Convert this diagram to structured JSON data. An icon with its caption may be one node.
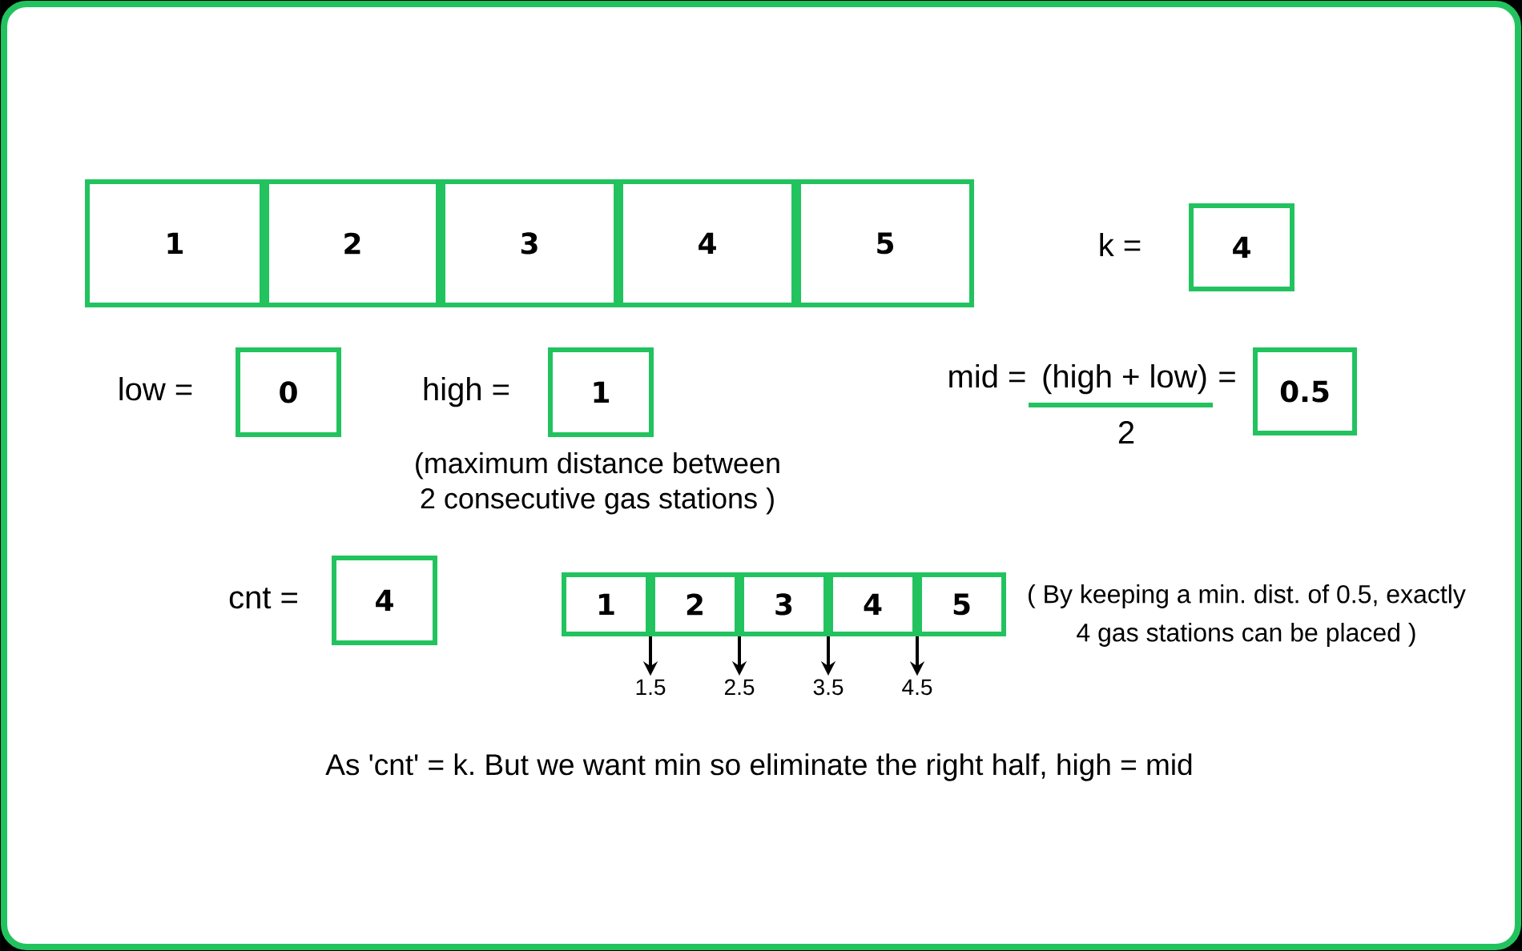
{
  "diagram": {
    "nodes": [
      {
        "text": [
          "1"
        ]
      },
      {
        "text": [
          "2"
        ]
      },
      {
        "text": [
          "3"
        ]
      },
      {
        "text": [
          "4"
        ]
      },
      {
        "text": [
          "5"
        ]
      },
      {
        "text": [
          "4"
        ]
      },
      {
        "text": [
          "0"
        ]
      },
      {
        "text": [
          "1"
        ]
      },
      {
        "text": [
          "0.5"
        ]
      },
      {
        "text": [
          "4"
        ]
      },
      {
        "text": [
          "1"
        ]
      },
      {
        "text": [
          "2"
        ]
      },
      {
        "text": [
          "3"
        ]
      },
      {
        "text": [
          "4"
        ]
      },
      {
        "text": [
          "5"
        ]
      },
      {
        "text": [
          "1.5"
        ]
      },
      {
        "text": [
          "2.5"
        ]
      },
      {
        "text": [
          "3.5"
        ]
      },
      {
        "text": [
          "4.5"
        ]
      }
    ],
    "edges": [
      {
        "from": 10,
        "to": 15,
        "arrow": "to"
      },
      {
        "from": 11,
        "to": 16,
        "arrow": "to"
      },
      {
        "from": 12,
        "to": 17,
        "arrow": "to"
      },
      {
        "from": 13,
        "to": 18,
        "arrow": "to"
      }
    ],
    "labels": [
      "k =",
      "low =",
      "high =",
      "(maximum distance between 2 consecutive gas stations )",
      "mid =",
      "(high + low)",
      "=",
      "2",
      "cnt =",
      "( By keeping a min. dist. of 0.5, exactly 4 gas stations can be placed )",
      "As 'cnt' = k. But we want min so eliminate the right half, high = mid"
    ]
  }
}
